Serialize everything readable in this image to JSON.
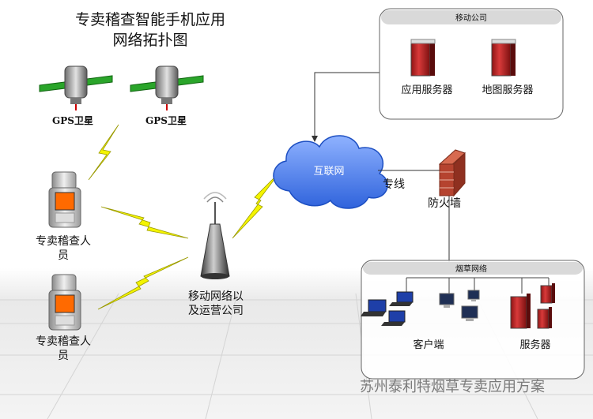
{
  "title": {
    "line1": "专卖稽查智能手机应用",
    "line2": "网络拓扑图"
  },
  "satellites": [
    {
      "label": "GPS卫星"
    },
    {
      "label": "GPS卫星"
    }
  ],
  "phones": [
    {
      "label_line1": "专卖稽查人",
      "label_line2": "员"
    },
    {
      "label_line1": "专卖稽查人",
      "label_line2": "员"
    }
  ],
  "tower": {
    "label_line1": "移动网络以",
    "label_line2": "及运营公司"
  },
  "internet": {
    "label": "互联网"
  },
  "link": {
    "label": "专线"
  },
  "firewall": {
    "label": "防火墙"
  },
  "mobile_company": {
    "title": "移动公司",
    "servers": [
      {
        "label": "应用服务器"
      },
      {
        "label": "地图服务器"
      }
    ]
  },
  "tobacco": {
    "title": "烟草网络",
    "clients": {
      "label": "客户端"
    },
    "servers": {
      "label": "服务器"
    }
  },
  "watermark": "苏州泰利特烟草专卖应用方案",
  "colors": {
    "bolt": "#f4f400",
    "server": "#c62a2a",
    "wall": "#b5432f",
    "cloud": "#3a6fe0"
  }
}
